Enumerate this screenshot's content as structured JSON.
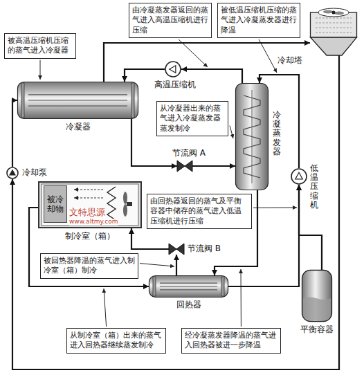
{
  "diagram": {
    "nodes": [
      {
        "text": [
          "被高温压缩机压缩的蒸气进入冷凝器"
        ]
      },
      {
        "text": [
          "由冷凝蒸发器返回的蒸气进入高温压缩机进行压缩"
        ]
      },
      {
        "text": [
          "被低温压缩机压缩的蒸气进入冷凝蒸发器进行降温"
        ]
      },
      {
        "text": [
          "冷却塔"
        ]
      },
      {
        "text": [
          "高温压缩机"
        ]
      },
      {
        "text": [
          "冷凝器"
        ]
      },
      {
        "text": [
          "从冷凝器出来的蒸气进入冷凝蒸发器蒸发制冷"
        ]
      },
      {
        "text": [
          "节流阀 A"
        ]
      },
      {
        "text": [
          "冷凝蒸发器"
        ]
      },
      {
        "text": [
          "低温压缩机"
        ]
      },
      {
        "text": [
          "冷却泵"
        ]
      },
      {
        "text": [
          "制冷室（箱）"
        ]
      },
      {
        "text": [
          "被冷却物"
        ],
        "in": 11
      },
      {
        "text": [
          "由回热器返回的蒸气及平衡容器中储存的蒸气进入低温压缩机进行压缩"
        ]
      },
      {
        "text": [
          "节流阀 B"
        ]
      },
      {
        "text": [
          "被回热器降温的蒸气进入制冷室（箱）制冷"
        ]
      },
      {
        "text": [
          "回热器"
        ]
      },
      {
        "text": [
          "平衡容器"
        ]
      },
      {
        "text": [
          "从制冷室（箱）出来的蒸气进入回热器继续蒸发制冷"
        ]
      },
      {
        "text": [
          "经冷凝蒸发器降温的蒸气进入回热器被进一步降温"
        ]
      }
    ],
    "edges": [
      {
        "from": 4,
        "to": 5,
        "arrow": "to"
      },
      {
        "from": 5,
        "to": 7,
        "arrow": "to"
      },
      {
        "from": 7,
        "to": 8,
        "arrow": "to"
      },
      {
        "from": 8,
        "to": 4,
        "arrow": "to"
      },
      {
        "from": 5,
        "to": 3,
        "arrow": "to"
      },
      {
        "from": 3,
        "to": 10,
        "arrow": "to"
      },
      {
        "from": 10,
        "to": 5,
        "arrow": "to"
      },
      {
        "from": 9,
        "to": 8,
        "arrow": "to"
      },
      {
        "from": 8,
        "to": 16,
        "arrow": "to"
      },
      {
        "from": 16,
        "to": 14,
        "arrow": "to"
      },
      {
        "from": 14,
        "to": 11,
        "arrow": "to"
      },
      {
        "from": 11,
        "to": 16,
        "arrow": "to"
      },
      {
        "from": 16,
        "to": 9,
        "arrow": "to"
      },
      {
        "from": 17,
        "to": 9,
        "arrow": "to"
      }
    ],
    "labels": [
      "文特思源",
      "www.altmy.com"
    ]
  }
}
